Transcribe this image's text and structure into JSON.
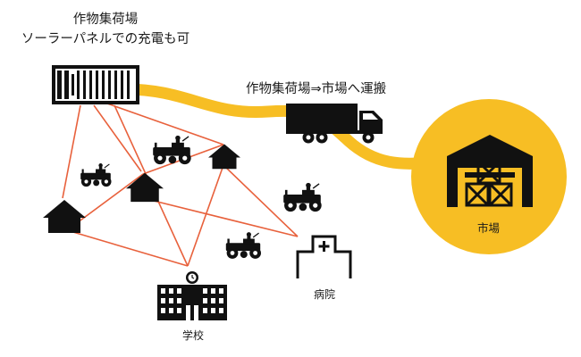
{
  "hub": {
    "line1": "作物集荷場",
    "line2": "ソーラーパネルでの充電も可"
  },
  "route": {
    "label": "作物集荷場⇒市場へ運搬"
  },
  "market": {
    "label": "市場"
  },
  "school": {
    "label": "学校"
  },
  "hospital": {
    "label": "病院"
  },
  "colors": {
    "road": "#F7BE24",
    "market_circle": "#F7BE24",
    "network_line": "#E8613C",
    "icon": "#111111"
  }
}
